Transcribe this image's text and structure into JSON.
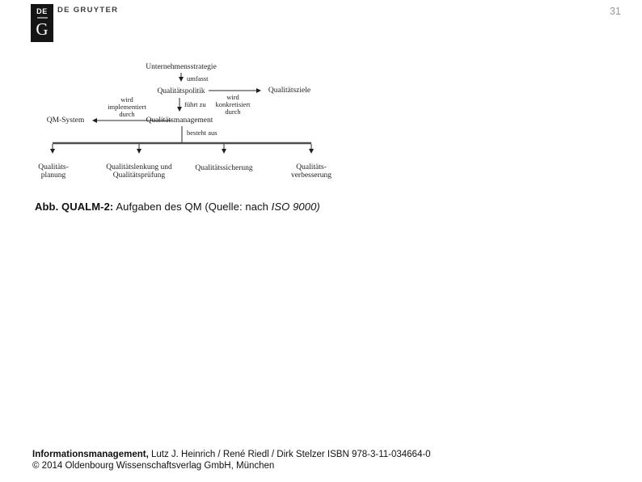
{
  "page_number": "31",
  "header": {
    "logo": {
      "top_text": "DE",
      "letter": "G"
    },
    "publisher": "DE GRUYTER"
  },
  "diagram": {
    "nodes": {
      "strategy": "Unternehmensstrategie",
      "policy": "Qualitätspolitik",
      "goals": "Qualitätsziele",
      "management": "Qualitätsmanagement",
      "qm_system": "QM-System",
      "planning": "Qualitäts-\nplanung",
      "control": "Qualitätslenkung und\nQualitätsprüfung",
      "assurance": "Qualitätssicherung",
      "improvement": "Qualitäts-\nverbesserung"
    },
    "edge_labels": {
      "umfasst": "umfasst",
      "fuehrt_zu": "führt zu",
      "konkretisiert": "wird\nkonkretisiert\ndurch",
      "implementiert": "wird\nimplementiert\ndurch",
      "besteht_aus": "besteht aus"
    }
  },
  "caption": {
    "label": "Abb. QUALM-2:",
    "body": " Aufgaben des QM (Quelle: nach ",
    "source": "ISO 9000)"
  },
  "footer": {
    "book_title": "Informationsmanagement,",
    "authors": " Lutz J. Heinrich / René Riedl / Dirk Stelzer ISBN 978-3-11-034664-0",
    "copyright": "© 2014 Oldenbourg Wissenschaftsverlag GmbH, München"
  },
  "colors": {
    "logo_bg": "#151515",
    "line": "#2a2a2a",
    "branch_line": "#4c4c4c",
    "page_number": "#97979b"
  }
}
